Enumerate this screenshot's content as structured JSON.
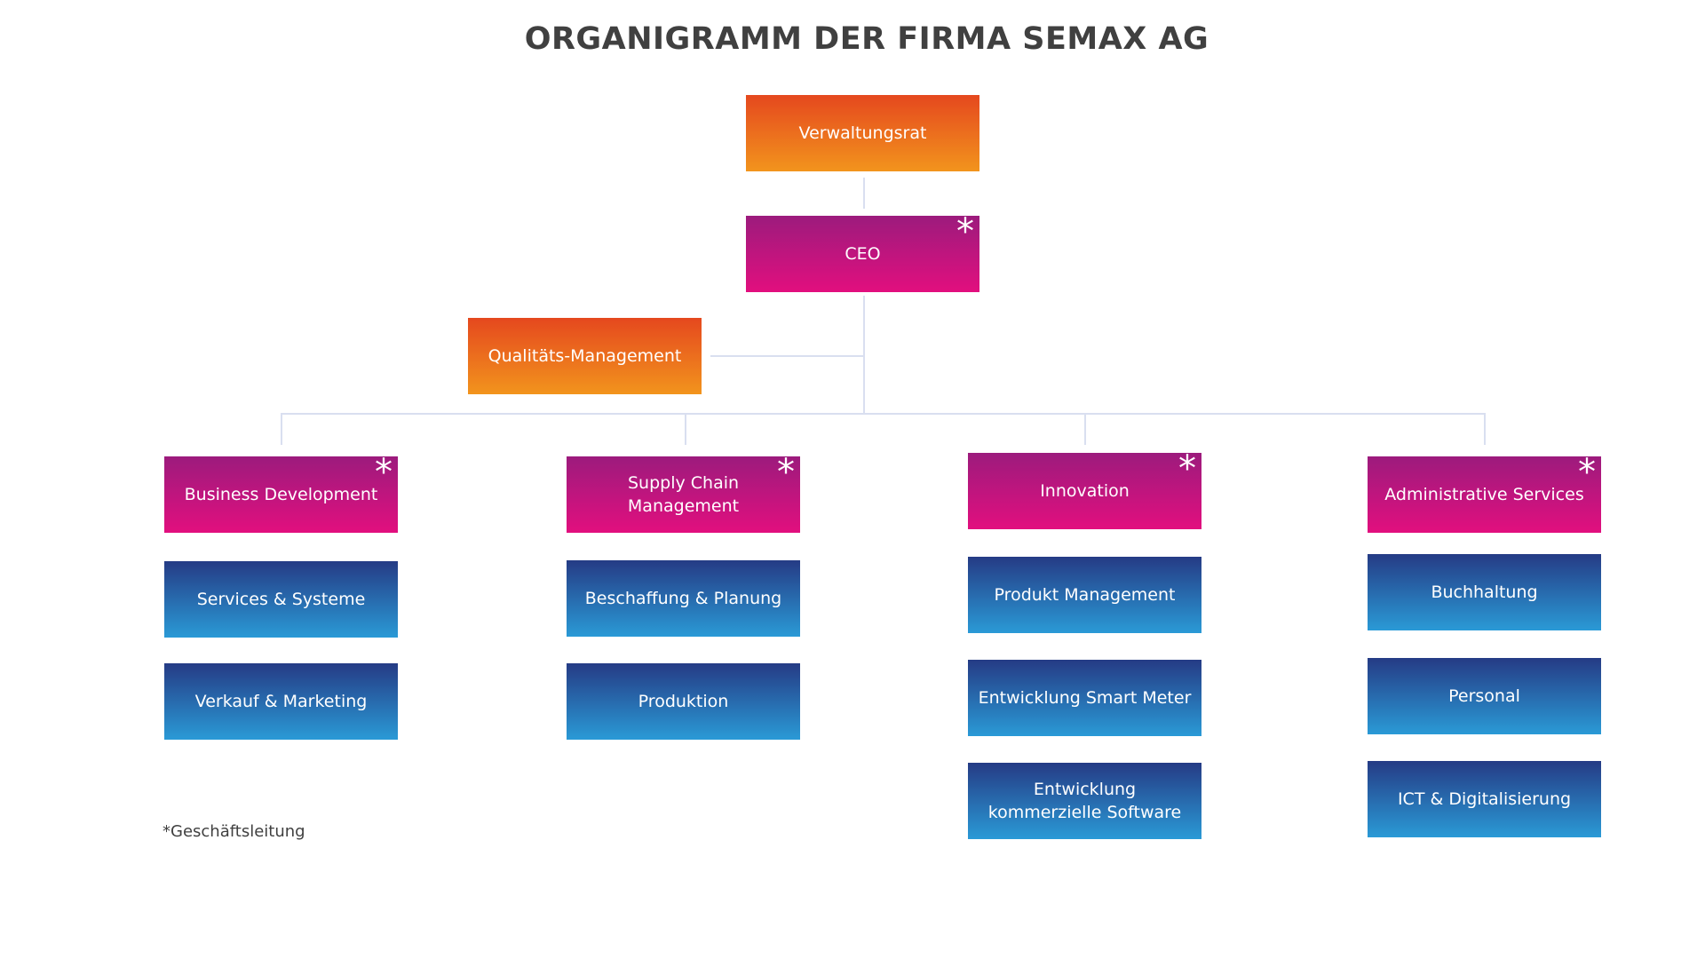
{
  "title": "ORGANIGRAMM DER FIRMA SEMAX AG",
  "colors": {
    "board": "#ec6a1d",
    "management": "#c4157f",
    "department": "#2766ad",
    "connector": "#d9dff0",
    "title_text": "#404040"
  },
  "board": {
    "label": "Verwaltungsrat"
  },
  "ceo": {
    "label": "CEO",
    "marker": "*"
  },
  "quality": {
    "label": "Qualitäts-Management"
  },
  "divisions": [
    {
      "label": "Business Development",
      "marker": "*",
      "units": [
        "Services & Systeme",
        "Verkauf & Marketing"
      ]
    },
    {
      "label": "Supply Chain Management",
      "marker": "*",
      "units": [
        "Beschaffung & Planung",
        "Produktion"
      ]
    },
    {
      "label": "Innovation",
      "marker": "*",
      "units": [
        "Produkt Management",
        "Entwicklung Smart Meter",
        "Entwicklung kommerzielle Software"
      ]
    },
    {
      "label": "Administrative Services",
      "marker": "*",
      "units": [
        "Buchhaltung",
        "Personal",
        "ICT & Digitalisierung"
      ]
    }
  ],
  "footnote": "*Geschäftsleitung"
}
